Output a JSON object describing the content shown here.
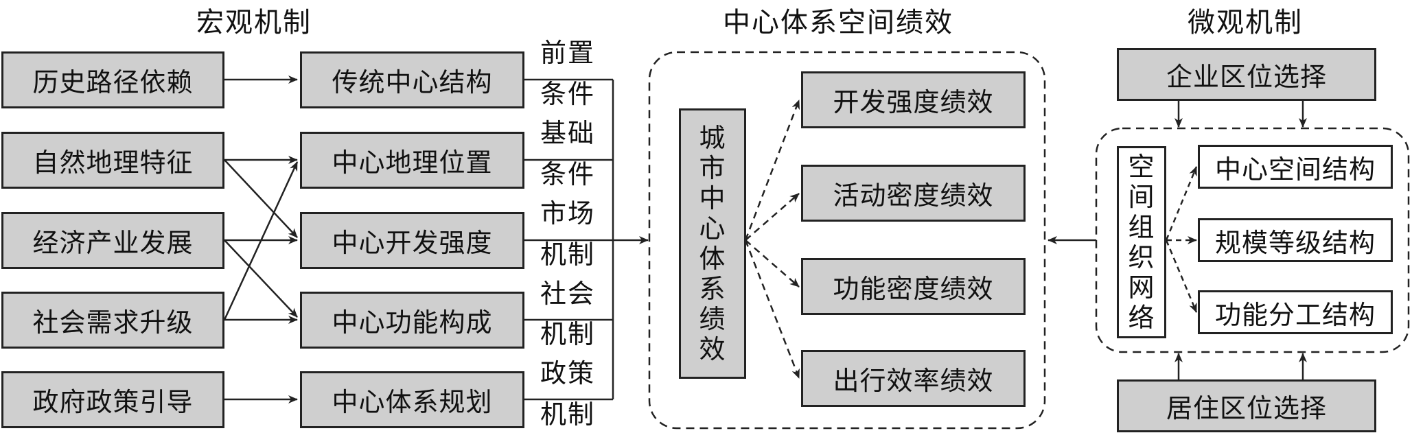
{
  "headers": {
    "macro": "宏观机制",
    "center": "中心体系空间绩效",
    "micro": "微观机制"
  },
  "factors": [
    "历史路径依赖",
    "自然地理特征",
    "经济产业发展",
    "社会需求升级",
    "政府政策引导"
  ],
  "center_attributes": [
    "传统中心结构",
    "中心地理位置",
    "中心开发强度",
    "中心功能构成",
    "中心体系规划"
  ],
  "mechanism_labels": [
    [
      "前置",
      "条件"
    ],
    [
      "基础",
      "条件"
    ],
    [
      "市场",
      "机制"
    ],
    [
      "社会",
      "机制"
    ],
    [
      "政策",
      "机制"
    ]
  ],
  "performance": {
    "main": "城市中心体系绩效",
    "items": [
      "开发强度绩效",
      "活动密度绩效",
      "功能密度绩效",
      "出行效率绩效"
    ]
  },
  "micro": {
    "enterprise": "企业区位选择",
    "residence": "居住区位选择",
    "network": "空间组织网络",
    "structures": [
      "中心空间结构",
      "规模等级结构",
      "功能分工结构"
    ]
  },
  "colors": {
    "box_fill": "#cfcfcf",
    "line": "#222222",
    "background": "#ffffff"
  }
}
